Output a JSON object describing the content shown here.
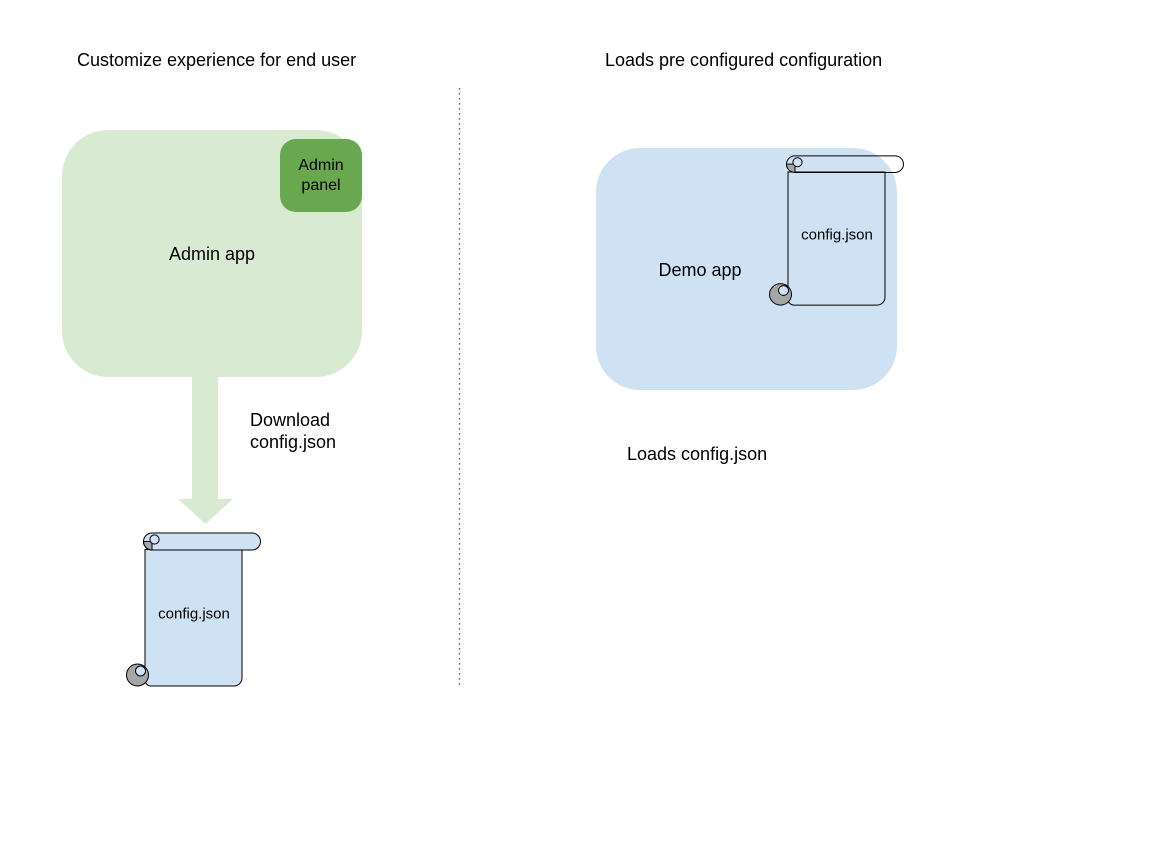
{
  "colors": {
    "light_green": "#d9ead3",
    "green": "#6aa84f",
    "light_blue": "#cfe2f3",
    "curl_gray": "#a6a6a6",
    "stroke_black": "#000000",
    "divider_gray": "#666666",
    "text_black": "#000000",
    "background_white": "#ffffff"
  },
  "left_section": {
    "title": "Customize experience for end user",
    "admin_app_label": "Admin app",
    "admin_panel_label": "Admin panel",
    "arrow_label": "Download\nconfig.json",
    "config_file_label": "config.json"
  },
  "right_section": {
    "title": "Loads pre configured configuration",
    "demo_app_label": "Demo app",
    "config_file_label": "config.json",
    "caption": "Loads config.json"
  }
}
